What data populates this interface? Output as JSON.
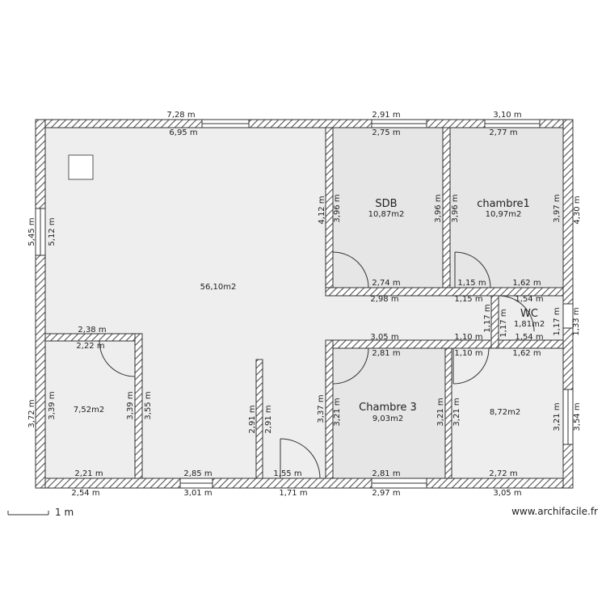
{
  "colors": {
    "floor_main": "#eeeeee",
    "floor_room": "#e6e6e6",
    "wall_hatch": "#555555",
    "wall_outline": "#333333"
  },
  "rooms": {
    "salon": {
      "area": "56,10m2"
    },
    "chambre_ouest": {
      "area": "7,52m2"
    },
    "sdb": {
      "name": "SDB",
      "area": "10,87m2"
    },
    "chambre1": {
      "name": "chambre1",
      "area": "10,97m2"
    },
    "wc": {
      "name": "WC",
      "area": "1,81m2"
    },
    "chambre3": {
      "name": "Chambre 3",
      "area": "9,03m2"
    },
    "chambre_est": {
      "area": "8,72m2"
    }
  },
  "dimensions": {
    "top_outer_left": "7,28 m",
    "top_inner_left": "6,95 m",
    "top_outer_sdb": "2,91 m",
    "top_inner_sdb": "2,75 m",
    "top_outer_ch1": "3,10 m",
    "top_inner_ch1": "2,77 m",
    "left_outer_top": "5,45 m",
    "left_inner_top": "5,12 m",
    "left_outer_bottom": "3,72 m",
    "left_inner_bottom": "3,39 m",
    "sdb_left_outer": "4,12 m",
    "sdb_left_inner": "3,96 m",
    "sdb_right": "3,96 m",
    "ch1_left": "3,96 m",
    "ch1_right": "3,97 m",
    "right_outer_top": "4,30 m",
    "sdb_bottom_inner": "2,74 m",
    "sdb_bottom_outer": "2,98 m",
    "ch1_bottom_left": "1,15 m",
    "ch1_bottom_right": "1,62 m",
    "corridor_top": "1,15 m",
    "wc_top": "1,54 m",
    "wc_bottom": "1,54 m",
    "wc_left_1": "1,17 m",
    "wc_left_2": "1,17 m",
    "wc_right": "1,17 m",
    "right_outer_mid": "1,33 m",
    "cw_top_outer": "2,38 m",
    "cw_top_inner": "2,22 m",
    "cw_right_1": "3,39 m",
    "cw_right_2": "3,55 m",
    "cw_bottom_inner": "2,21 m",
    "bottom_outer_1": "2,54 m",
    "bottom_inner_2": "2,85 m",
    "bottom_outer_2": "3,01 m",
    "partition_left": "2,91 m",
    "partition_right": "2,91 m",
    "bottom_inner_3": "1,55 m",
    "bottom_outer_3": "1,71 m",
    "ch3_top_outer": "3,05 m",
    "ch3_top_inner": "2,81 m",
    "corridor_bottom": "1,10 m",
    "ce_top_left": "1,10 m",
    "ce_top_right": "1,62 m",
    "ch3_left": "3,37 m",
    "ch3_left_inner": "3,21 m",
    "ch3_right": "3,21 m",
    "ce_left": "3,21 m",
    "ce_right_inner": "3,21 m",
    "ce_right_outer": "3,54 m",
    "ch3_bottom_inner": "2,81 m",
    "ch3_bottom_outer": "2,97 m",
    "ce_bottom_inner": "2,72 m",
    "ce_bottom_outer": "3,05 m"
  },
  "scale": {
    "label": "1 m"
  },
  "watermark": {
    "text": "www.archifacile.fr"
  }
}
